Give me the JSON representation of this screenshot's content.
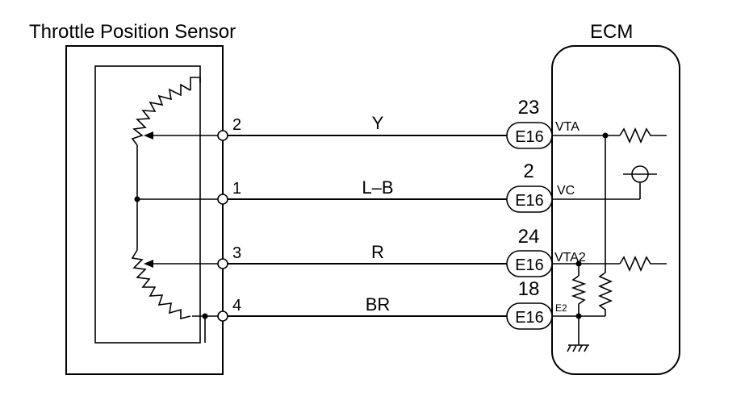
{
  "sensor": {
    "title": "Throttle Position Sensor"
  },
  "ecm": {
    "title": "ECM"
  },
  "connector": {
    "code": "E16"
  },
  "circuits": [
    {
      "sensor_pin": "2",
      "wire_color": "Y",
      "ecm_pin": "23",
      "ecm_signal": "VTA"
    },
    {
      "sensor_pin": "1",
      "wire_color": "L–B",
      "ecm_pin": "2",
      "ecm_signal": "VC"
    },
    {
      "sensor_pin": "3",
      "wire_color": "R",
      "ecm_pin": "24",
      "ecm_signal": "VTA2"
    },
    {
      "sensor_pin": "4",
      "wire_color": "BR",
      "ecm_pin": "18",
      "ecm_signal": "E2"
    }
  ]
}
